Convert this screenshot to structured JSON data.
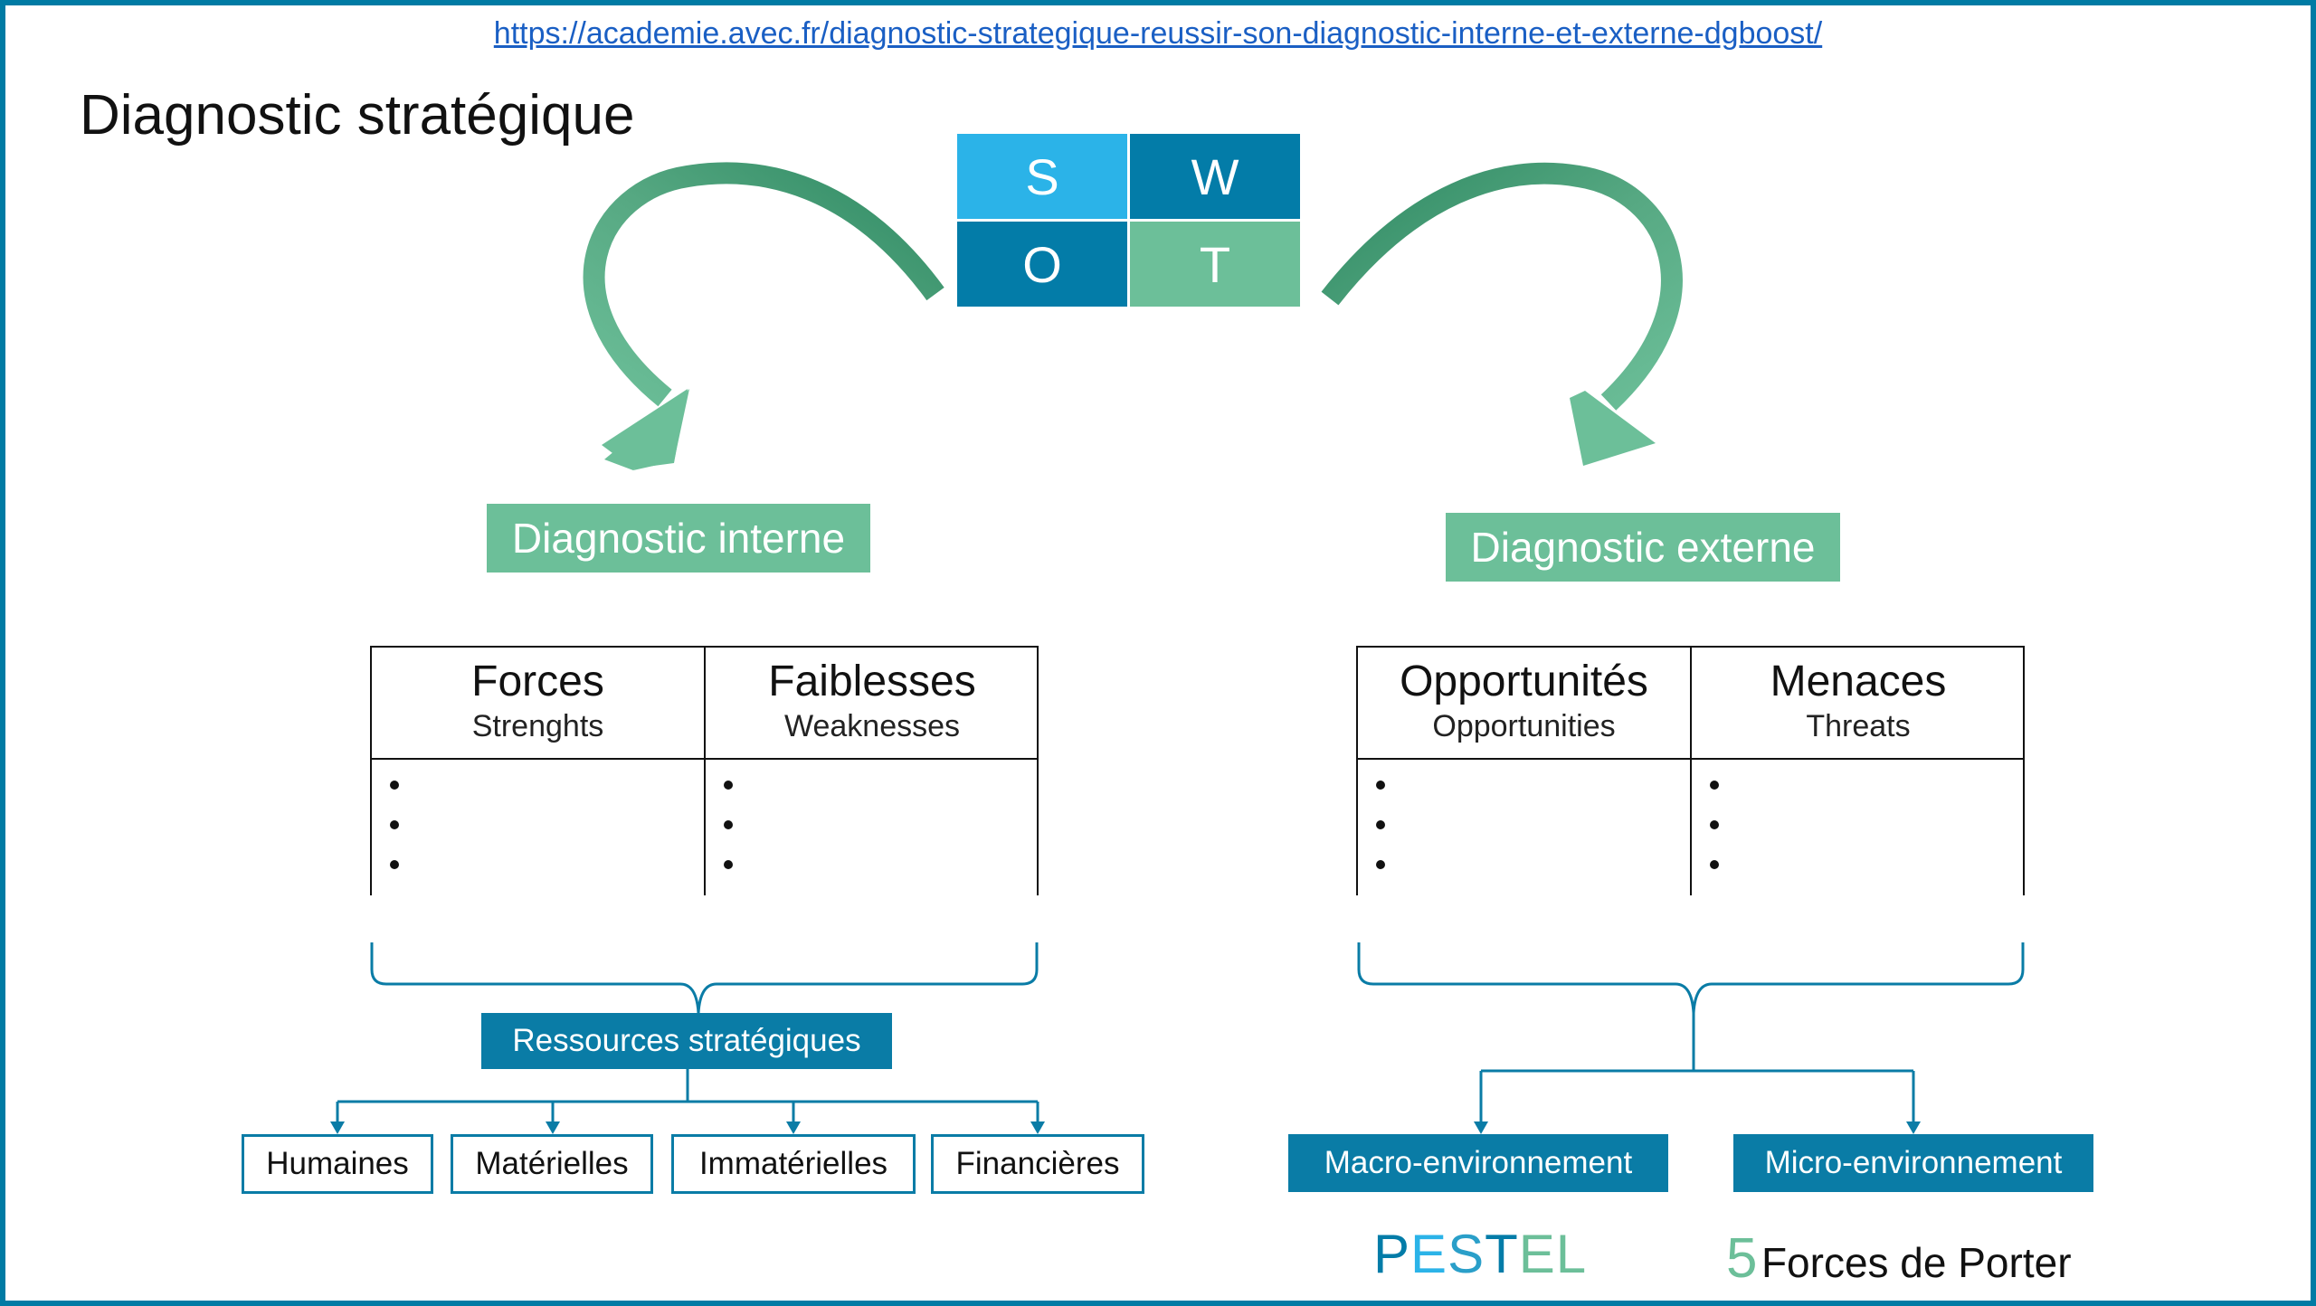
{
  "header": {
    "url": "https://academie.avec.fr/diagnostic-strategique-reussir-son-diagnostic-interne-et-externe-dgboost/",
    "title": "Diagnostic stratégique"
  },
  "swot": {
    "s": "S",
    "w": "W",
    "o": "O",
    "t": "T",
    "colors": {
      "s": "#2bb3e8",
      "w": "#037ca8",
      "o": "#037ca8",
      "t": "#6cbf99"
    }
  },
  "internal": {
    "label": "Diagnostic interne",
    "columns": [
      {
        "title": "Forces",
        "subtitle": "Strenghts"
      },
      {
        "title": "Faiblesses",
        "subtitle": "Weaknesses"
      }
    ],
    "resources_label": "Ressources stratégiques",
    "resources": [
      "Humaines",
      "Matérielles",
      "Immatérielles",
      "Financières"
    ]
  },
  "external": {
    "label": "Diagnostic externe",
    "columns": [
      {
        "title": "Opportunités",
        "subtitle": "Opportunities"
      },
      {
        "title": "Menaces",
        "subtitle": "Threats"
      }
    ],
    "environments": [
      "Macro-environnement",
      "Micro-environnement"
    ],
    "pestel": [
      "P",
      "E",
      "S",
      "T",
      "E",
      "L"
    ],
    "pestel_colors": [
      "#037ca8",
      "#2bb3e8",
      "#2a9fc9",
      "#037ca8",
      "#6cbf99",
      "#6cbf99"
    ],
    "porter_number": "5",
    "porter_text": "Forces de Porter"
  },
  "colors": {
    "accent_blue": "#0a7ca6",
    "accent_green": "#6cbf99",
    "frame": "#007ba4"
  }
}
